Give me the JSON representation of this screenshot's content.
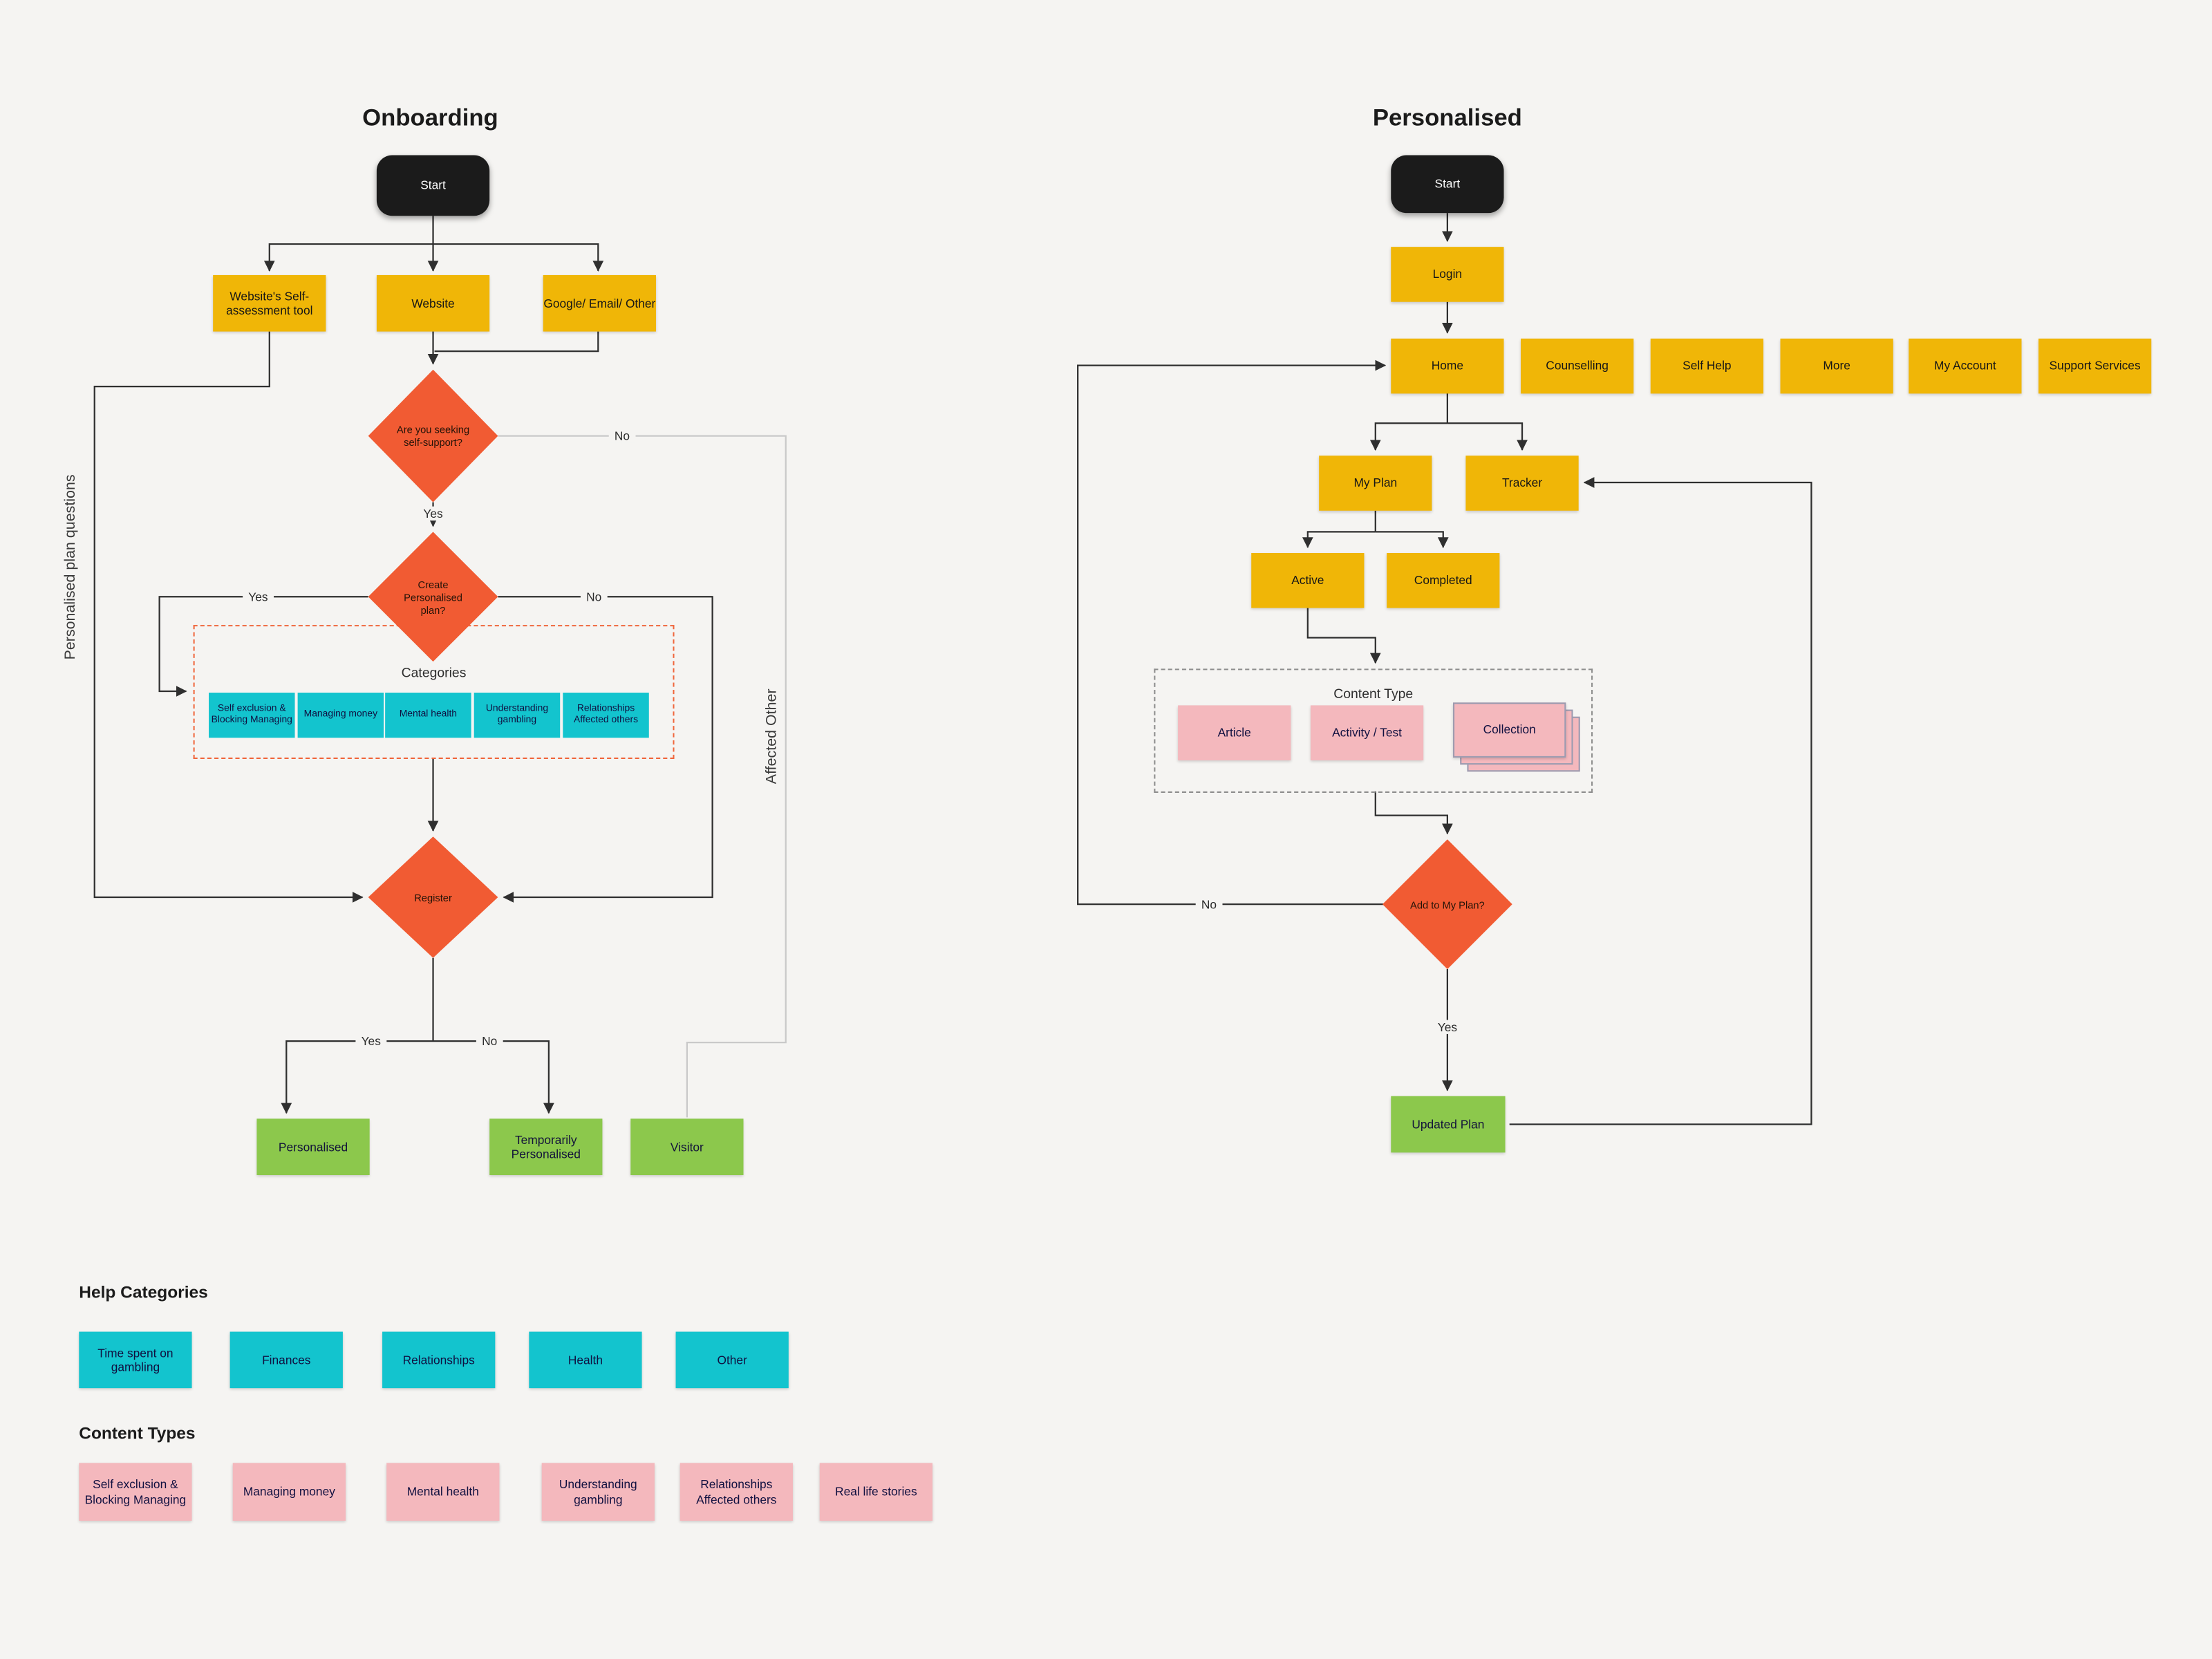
{
  "diagram": {
    "onboarding": {
      "title": "Onboarding",
      "start_label": "Start",
      "entry": {
        "self_assessment": "Website's Self-assessment tool",
        "website": "Website",
        "google_email_other": "Google/ Email/ Other"
      },
      "decisions": {
        "seeking_self_support": "Are you seeking self-support?",
        "create_personalised_plan": "Create Personalised plan?",
        "register": "Register"
      },
      "categories_group": {
        "title": "Categories",
        "items": [
          "Self exclusion & Blocking Managing",
          "Managing money",
          "Mental health",
          "Understanding gambling",
          "Relationships Affected others"
        ]
      },
      "outcomes": {
        "personalised": "Personalised",
        "temporarily_personalised": "Temporarily Personalised",
        "visitor": "Visitor"
      },
      "edge_labels": {
        "self_support_yes": "Yes",
        "self_support_no": "No",
        "create_plan_yes": "Yes",
        "create_plan_no": "No",
        "register_yes": "Yes",
        "register_no": "No"
      },
      "annotations": {
        "personalised_plan_questions": "Personalised plan questions",
        "affected_other": "Affected Other"
      }
    },
    "personalised_flow": {
      "title": "Personalised",
      "start_label": "Start",
      "login": "Login",
      "nav": [
        "Home",
        "Counselling",
        "Self Help",
        "More",
        "My Account",
        "Support Services"
      ],
      "my_plan": "My Plan",
      "tracker": "Tracker",
      "active": "Active",
      "completed": "Completed",
      "content_type_group": {
        "title": "Content Type",
        "items": [
          "Article",
          "Activity / Test",
          "Collection"
        ]
      },
      "decision_add_to_my_plan": "Add to My Plan?",
      "updated_plan": "Updated Plan",
      "edge_labels": {
        "add_yes": "Yes",
        "add_no": "No"
      }
    },
    "legend": {
      "help_categories": {
        "title": "Help Categories",
        "items": [
          "Time spent on gambling",
          "Finances",
          "Relationships",
          "Health",
          "Other"
        ]
      },
      "content_types": {
        "title": "Content Types",
        "items": [
          "Self exclusion & Blocking Managing",
          "Managing money",
          "Mental health",
          "Understanding gambling",
          "Relationships Affected others",
          "Real life stories"
        ]
      }
    },
    "colors": {
      "background": "#f5f4f2",
      "yellow": "#f0b607",
      "orange": "#f15b33",
      "teal": "#13c4ce",
      "pink": "#f4b8bd",
      "green": "#8cc84c",
      "node_dark": "#1b1b1b",
      "line_dark": "#2f2f2f",
      "line_light": "#c9c9c9",
      "dashed_orange": "#f0663c",
      "dashed_gray": "#8d8d8d"
    }
  }
}
